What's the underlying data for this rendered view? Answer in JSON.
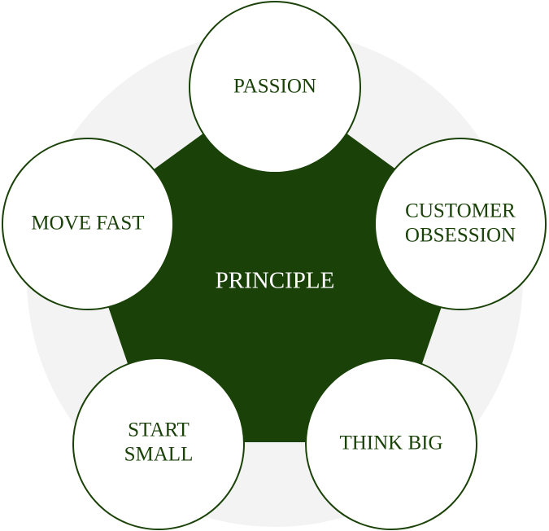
{
  "center": {
    "label": "PRINCIPLE"
  },
  "nodes": [
    {
      "id": "passion",
      "lines": [
        "PASSION"
      ]
    },
    {
      "id": "customer-obsession",
      "lines": [
        "CUSTOMER",
        "OBSESSION"
      ]
    },
    {
      "id": "think-big",
      "lines": [
        "THINK BIG"
      ]
    },
    {
      "id": "start-small",
      "lines": [
        "START",
        "SMALL"
      ]
    },
    {
      "id": "move-fast",
      "lines": [
        "MOVE FAST"
      ]
    }
  ],
  "colors": {
    "primary": "#1a4208",
    "background_disc": "#f2f3f2",
    "node_fill": "#ffffff",
    "center_text": "#ffffff"
  }
}
